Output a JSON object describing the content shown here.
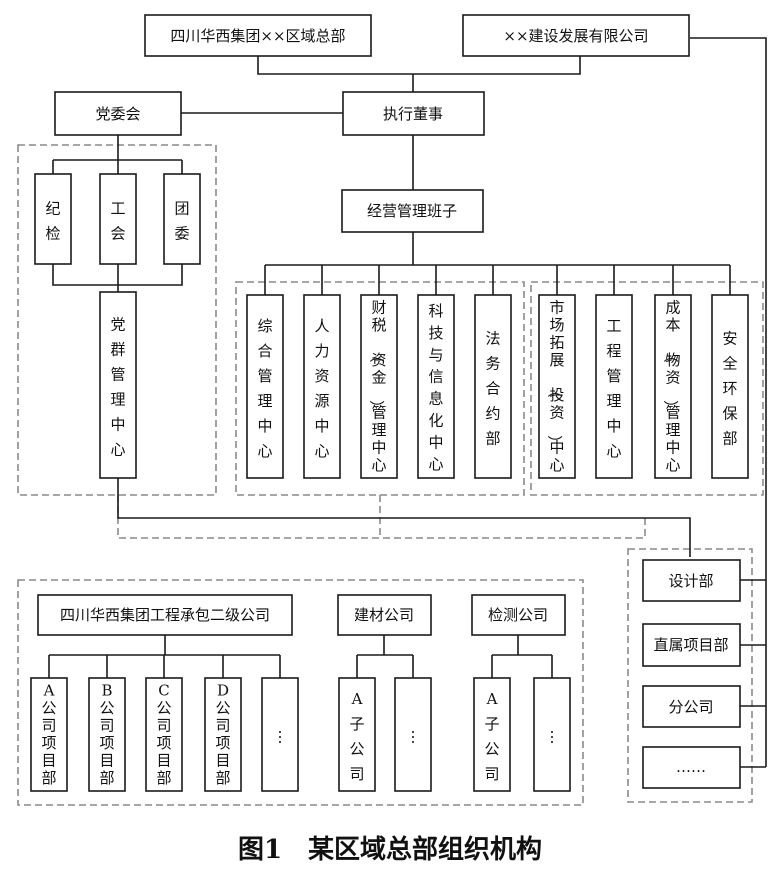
{
  "nodes": {
    "hq": "四川华西集团××区域总部",
    "dev_company": "××建设发展有限公司",
    "party_committee": "党委会",
    "executive_director": "执行董事",
    "management_team": "经营管理班子",
    "discipline": "纪检",
    "union": "工会",
    "youth_league": "团委",
    "party_center": "党群管理中心",
    "general_mgmt": "综合管理中心",
    "hr": "人力资源中心",
    "finance": "财税（资金）管理中心",
    "tech_info": "科技与信息化中心",
    "legal": "法务合约部",
    "market": "市场拓展（投资）中心",
    "engineering": "工程管理中心",
    "cost": "成本（物资）管理中心",
    "safety": "安全环保部",
    "design": "设计部",
    "direct_projects": "直属项目部",
    "branch": "分公司",
    "right_more": "……",
    "contractor": "四川华西集团工程承包二级公司",
    "materials": "建材公司",
    "testing": "检测公司",
    "dept_a": "A公司项目部",
    "dept_b": "B公司项目部",
    "dept_c": "C公司项目部",
    "dept_d": "D公司项目部",
    "dept_more": "……",
    "materials_a": "A子公司",
    "materials_more": "……",
    "testing_a": "A子公司",
    "testing_more": "……"
  },
  "caption": "图1　某区域总部组织机构"
}
